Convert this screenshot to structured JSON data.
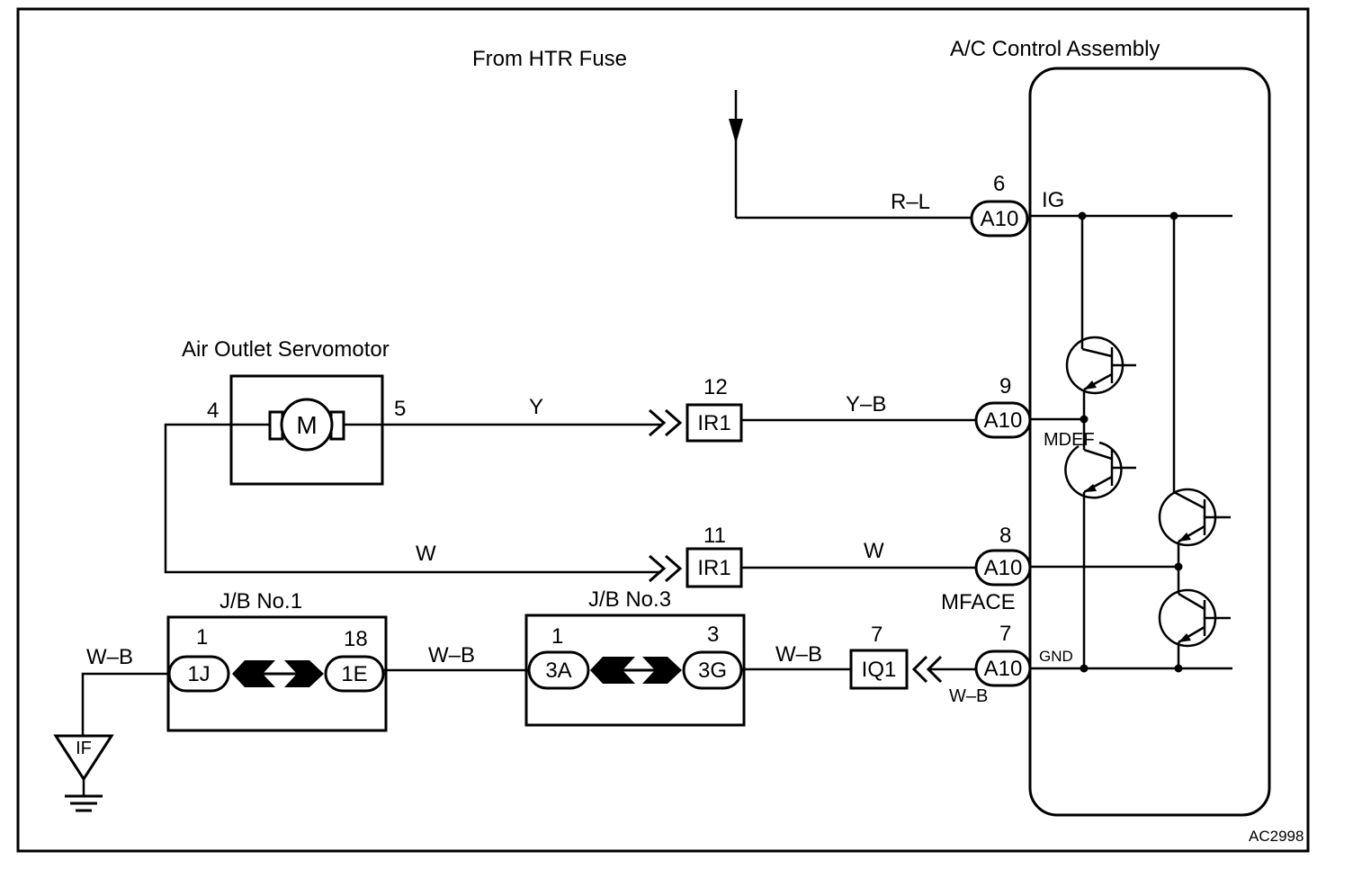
{
  "title_source": "From HTR Fuse",
  "title_assembly": "A/C Control Assembly",
  "servomotor": {
    "title": "Air Outlet Servomotor",
    "motor": "M",
    "pin_left": "4",
    "pin_right": "5"
  },
  "wires": {
    "rl": "R–L",
    "y": "Y",
    "yb": "Y–B",
    "w1": "W",
    "w2": "W",
    "wb_ground": "W–B",
    "wb_jb": "W–B",
    "wb_iq": "W–B",
    "wb_lower": "W–B"
  },
  "connectors": {
    "a10_ig": {
      "pin": "6",
      "id": "A10"
    },
    "a10_mdef": {
      "pin": "9",
      "id": "A10"
    },
    "a10_mface": {
      "pin": "8",
      "id": "A10"
    },
    "a10_gnd": {
      "pin": "7",
      "id": "A10"
    },
    "ir1_y": {
      "pin": "12",
      "id": "IR1"
    },
    "ir1_w": {
      "pin": "11",
      "id": "IR1"
    },
    "iq1": {
      "pin": "7",
      "id": "IQ1"
    }
  },
  "terminals": {
    "ig": "IG",
    "mdef": "MDEF",
    "mface": "MFACE",
    "gnd": "GND"
  },
  "jb1": {
    "title": "J/B No.1",
    "pin_left": "1",
    "id_left": "1J",
    "pin_right": "18",
    "id_right": "1E"
  },
  "jb3": {
    "title": "J/B No.3",
    "pin_left": "1",
    "id_left": "3A",
    "pin_right": "3",
    "id_right": "3G"
  },
  "ground": {
    "id": "IF"
  },
  "figure_code": "AC2998"
}
